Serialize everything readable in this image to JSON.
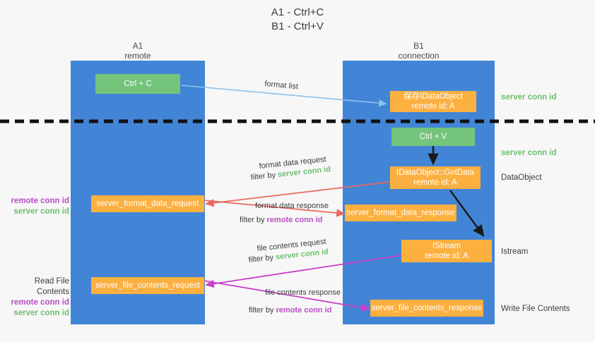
{
  "title": {
    "line1": "A1 - Ctrl+C",
    "line2": "B1 - Ctrl+V"
  },
  "columns": {
    "left": {
      "name": "A1",
      "sub": "remote"
    },
    "right": {
      "name": "B1",
      "sub": "connection"
    }
  },
  "boxes": {
    "ctrl_c": "Ctrl + C",
    "ctrl_v": "Ctrl + V",
    "save_idataobject_l1": "保存IDataObject",
    "save_idataobject_l2": "remote id: A",
    "getdata_l1": "IDataObject::GetData",
    "getdata_l2": "remote id: A",
    "istream_l1": "IStream",
    "istream_l2": "remote id: A",
    "server_format_data_request": "server_format_data_request",
    "server_format_data_response": "server_format_data_response",
    "server_file_contents_request": "server_file_contents_request",
    "server_file_contents_response": "server_file_contents_response"
  },
  "right_labels": {
    "conn_id_top": "server conn id",
    "conn_id_mid": "server conn id",
    "dataobject": "DataObject",
    "istream": "Istream",
    "write_file_contents": "Write File Contents"
  },
  "left_labels": {
    "remote_conn_id_1": "remote conn id",
    "server_conn_id_1": "server conn id",
    "read_file_contents": "Read File Contents",
    "remote_conn_id_2": "remote conn id",
    "server_conn_id_2": "server conn id"
  },
  "arrow_labels": {
    "format_list": "format list",
    "format_data_request": "format data request",
    "format_data_request_filter_prefix": "filter by ",
    "format_data_request_filter_value": "server conn id",
    "format_data_response": "format data response",
    "format_data_response_filter_prefix": "filter by ",
    "format_data_response_filter_value": "remote conn id",
    "file_contents_request": "file contents request",
    "file_contents_request_filter_prefix": "filter by ",
    "file_contents_request_filter_value": "server conn id",
    "file_contents_response": "file contents response",
    "file_contents_response_filter_prefix": "filter by ",
    "file_contents_response_filter_value": "remote conn id"
  },
  "colors": {
    "lane": "#4285d6",
    "orange": "#fbb040",
    "green": "#74c47c",
    "green_text": "#6cc06f",
    "purple_text": "#b84ec4",
    "arrow_blue": "#8cc2ef",
    "arrow_red": "#e8695e",
    "arrow_magenta": "#c83fc8",
    "arrow_black": "#1a1a1a",
    "divider": "#111111",
    "background": "#f7f7f7"
  }
}
